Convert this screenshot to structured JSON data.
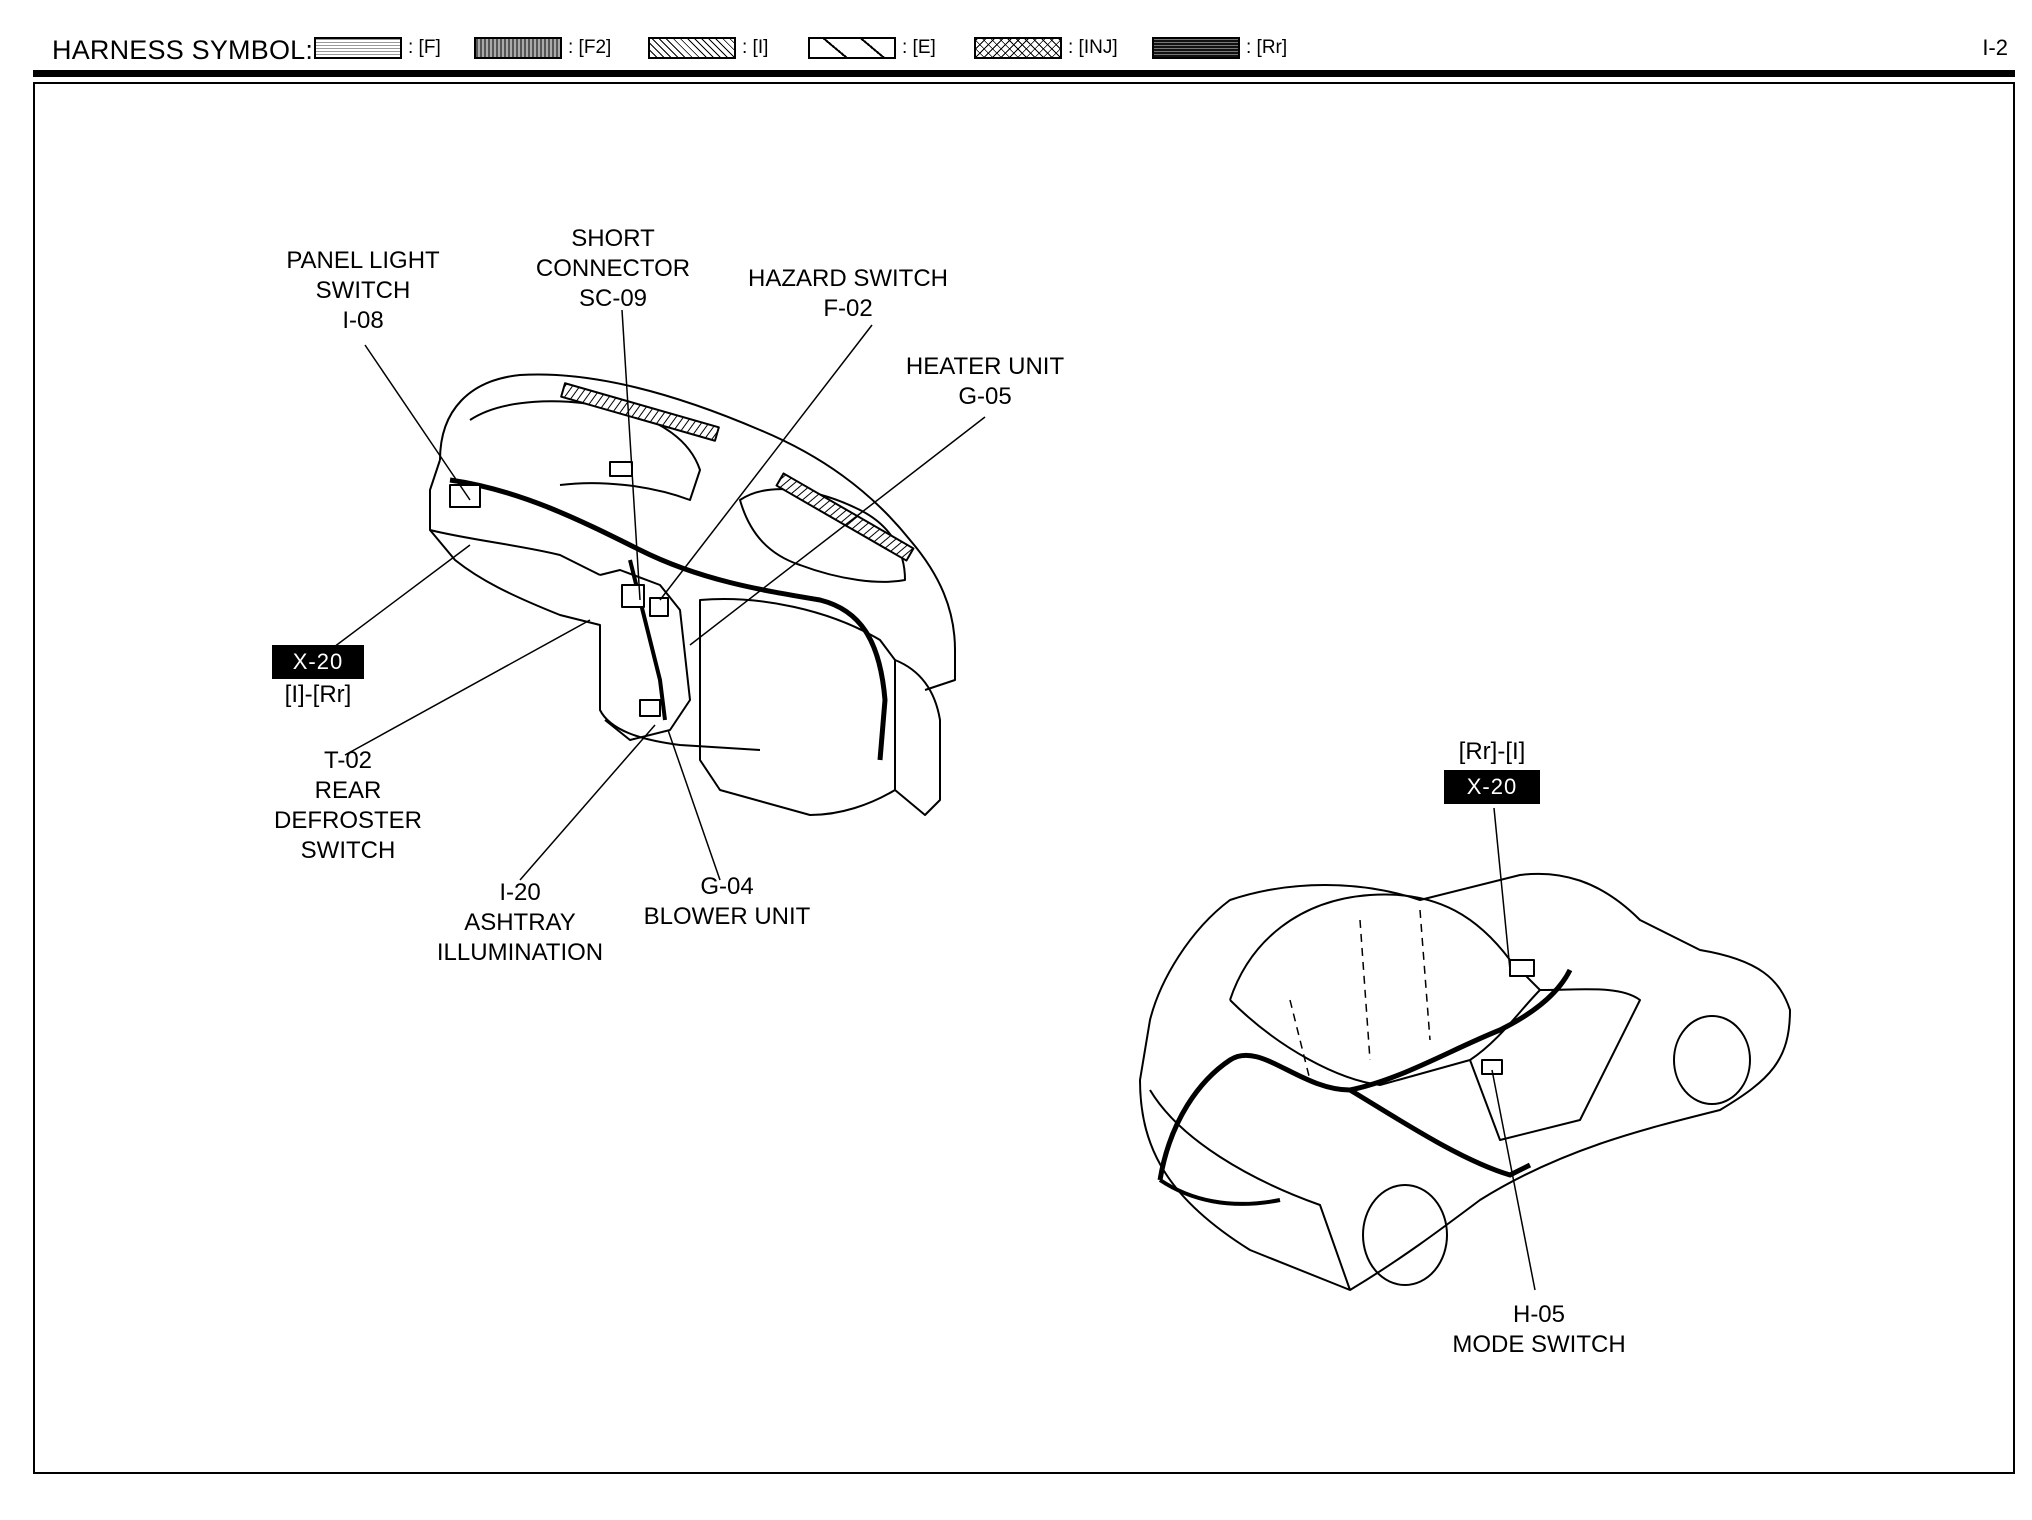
{
  "header": {
    "title": "HARNESS SYMBOL:",
    "page_number": "I-2",
    "legend": [
      {
        "label": ": [F]",
        "pattern": "dots"
      },
      {
        "label": ": [F2]",
        "pattern": "dense"
      },
      {
        "label": ": [I]",
        "pattern": "hatch-fine"
      },
      {
        "label": ": [E]",
        "pattern": "hatch-wide"
      },
      {
        "label": ": [INJ]",
        "pattern": "cross"
      },
      {
        "label": ": [Rr]",
        "pattern": "dark"
      }
    ]
  },
  "dashboard_callouts": {
    "panel_light_switch": [
      "PANEL LIGHT",
      "SWITCH",
      "I-08"
    ],
    "short_connector": [
      "SHORT",
      "CONNECTOR",
      "SC-09"
    ],
    "hazard_switch": [
      "HAZARD SWITCH",
      "F-02"
    ],
    "heater_unit": [
      "HEATER UNIT",
      "G-05"
    ],
    "x20_left_tag": "X-20",
    "x20_left_route": "[I]-[Rr]",
    "rear_defroster": [
      "T-02",
      "REAR",
      "DEFROSTER",
      "SWITCH"
    ],
    "ashtray": [
      "I-20",
      "ASHTRAY",
      "ILLUMINATION"
    ],
    "blower_unit": [
      "G-04",
      "BLOWER UNIT"
    ]
  },
  "car_callouts": {
    "x20_right_route": "[Rr]-[I]",
    "x20_right_tag": "X-20",
    "mode_switch": [
      "H-05",
      "MODE SWITCH"
    ]
  }
}
